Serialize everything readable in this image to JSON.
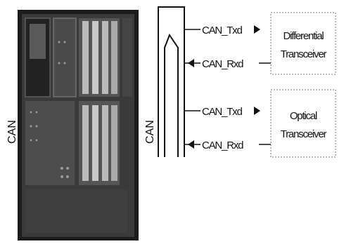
{
  "labels": {
    "left_can": "CAN",
    "middle_can": "CAN"
  },
  "signals": {
    "tx_top": "CAN_Txd",
    "rx_top": "CAN_Rxd",
    "tx_bottom": "CAN_Txd",
    "rx_bottom": "CAN_Rxd"
  },
  "boxes": {
    "differential": {
      "line1": "Differential",
      "line2": "Transceiver"
    },
    "optical": {
      "line1": "Optical",
      "line2": "Transceiver"
    }
  }
}
